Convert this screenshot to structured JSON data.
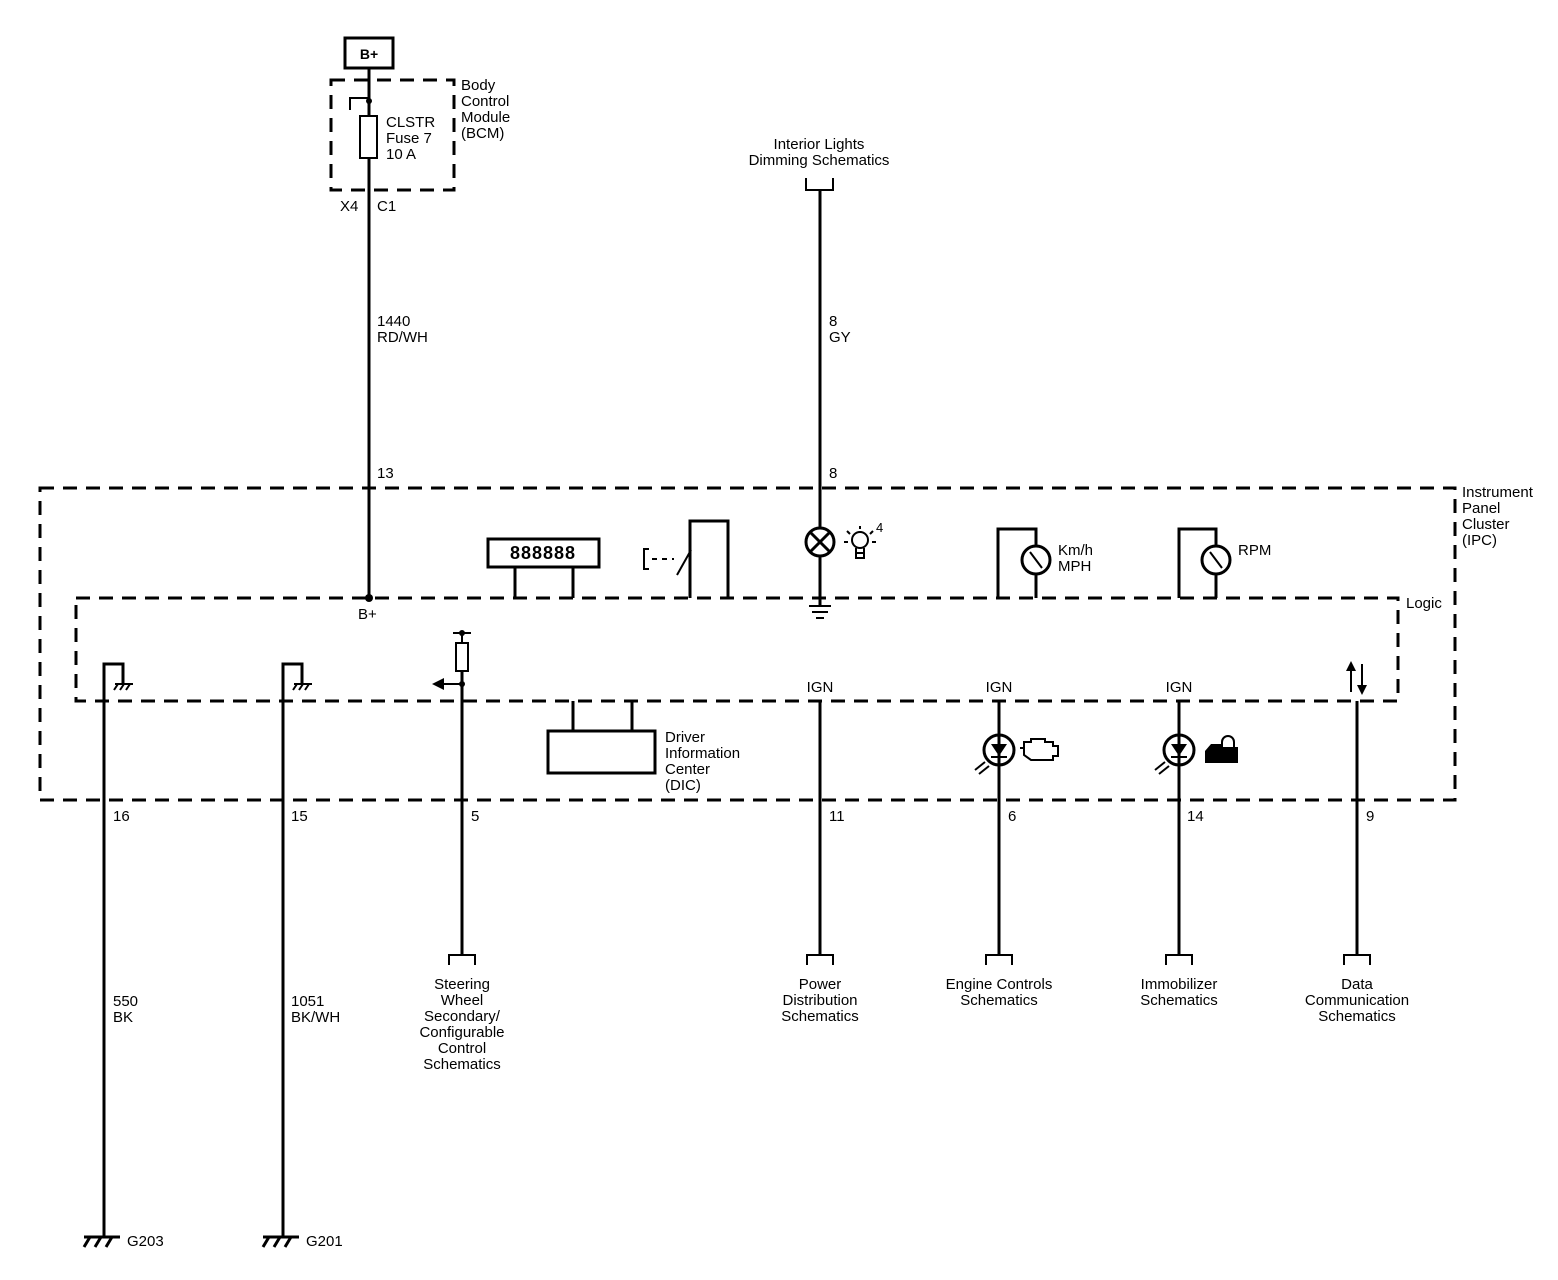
{
  "power": {
    "bplus": "B+"
  },
  "bcm": {
    "name": [
      "Body",
      "Control",
      "Module",
      "(BCM)"
    ],
    "fuse": [
      "CLSTR",
      "Fuse 7",
      "10 A"
    ],
    "connector": "X4",
    "pin": "C1"
  },
  "wires": {
    "bplus_feed": {
      "circuit": "1440",
      "color": "RD/WH",
      "ipc_pin": "13"
    },
    "dimming": {
      "circuit": "8",
      "color": "GY",
      "ipc_pin": "8"
    },
    "ground_g203": {
      "ipc_pin": "16",
      "circuit": "550",
      "color": "BK",
      "ground": "G203"
    },
    "ground_g201": {
      "ipc_pin": "15",
      "circuit": "1051",
      "color": "BK/WH",
      "ground": "G201"
    },
    "steering": {
      "ipc_pin": "5"
    },
    "power_dist": {
      "ipc_pin": "11"
    },
    "engine": {
      "ipc_pin": "6"
    },
    "immobilizer": {
      "ipc_pin": "14"
    },
    "data_comm": {
      "ipc_pin": "9"
    }
  },
  "ipc": {
    "name": [
      "Instrument",
      "Panel",
      "Cluster",
      "(IPC)"
    ],
    "logic": "Logic",
    "bplus_in": "B+",
    "display_segments": "888888",
    "lamp_note": "4",
    "speedo": [
      "Km/h",
      "MPH"
    ],
    "tach": "RPM",
    "ign": "IGN",
    "dic": [
      "Driver",
      "Information",
      "Center",
      "(DIC)"
    ]
  },
  "references": {
    "dimming": [
      "Interior Lights",
      "Dimming Schematics"
    ],
    "steering": [
      "Steering",
      "Wheel",
      "Secondary/",
      "Configurable",
      "Control",
      "Schematics"
    ],
    "power_dist": [
      "Power",
      "Distribution",
      "Schematics"
    ],
    "engine": [
      "Engine Controls",
      "Schematics"
    ],
    "immobilizer": [
      "Immobilizer",
      "Schematics"
    ],
    "data_comm": [
      "Data",
      "Communication",
      "Schematics"
    ]
  }
}
